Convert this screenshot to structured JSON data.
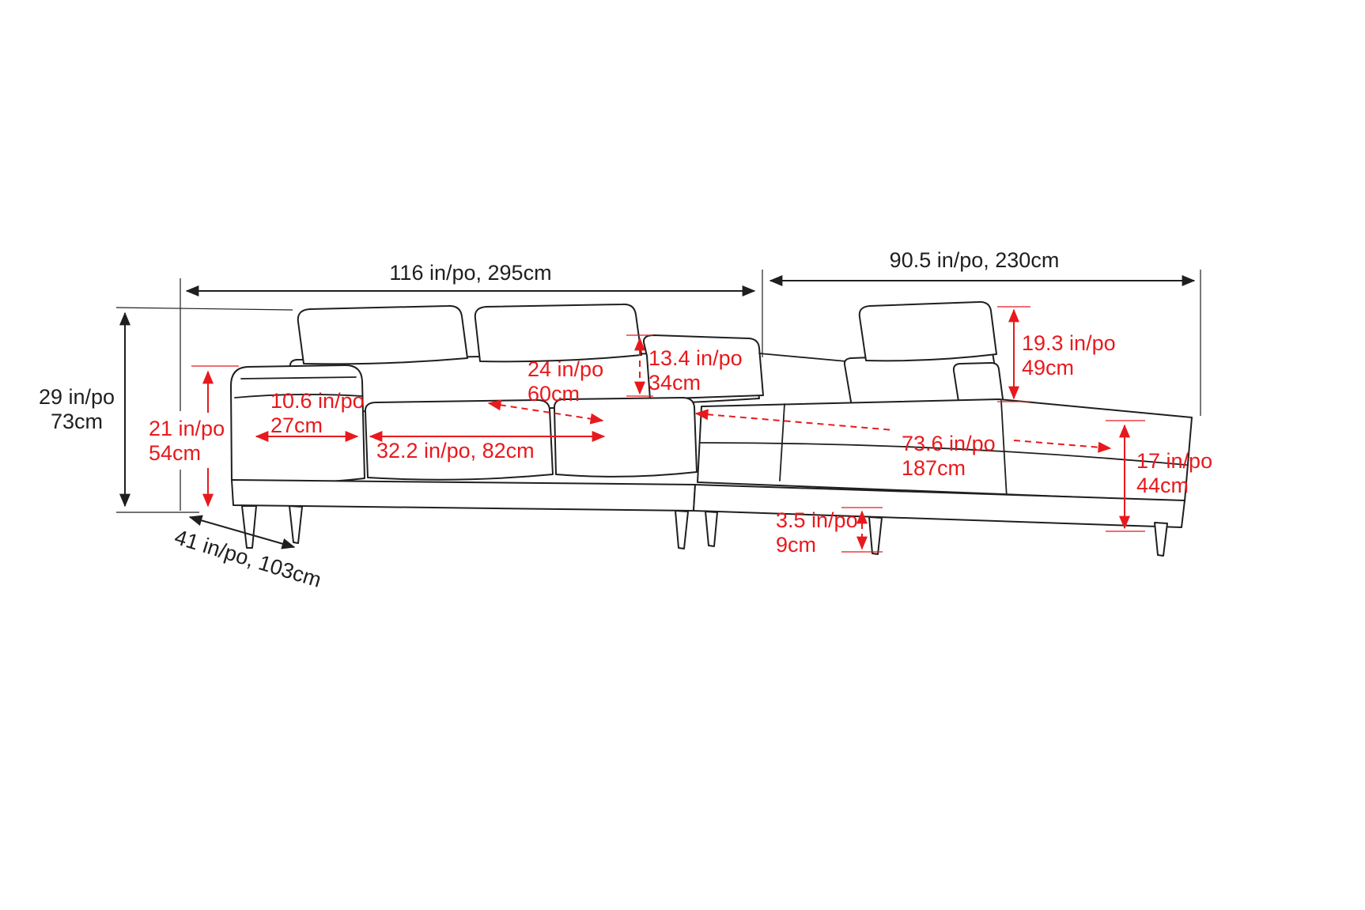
{
  "diagram": {
    "title": "Sectional sofa with chaise - dimension drawing",
    "colors": {
      "background": "#ffffff",
      "line": "#1f1f1f",
      "dimension_accent": "#e8191d"
    },
    "dimensions": {
      "left_section_width": {
        "label": "116 in/po, 295cm"
      },
      "right_section_width": {
        "label": "90.5 in/po, 230cm"
      },
      "overall_height": {
        "line1": "29 in/po",
        "line2": "73cm"
      },
      "seat_height": {
        "line1": "21 in/po",
        "line2": "54cm"
      },
      "armrest_width": {
        "line1": "10.6 in/po",
        "line2": "27cm"
      },
      "seat_width": {
        "label": "32.2 in/po, 82cm"
      },
      "cushion_width": {
        "line1": "24 in/po",
        "line2": "60cm"
      },
      "backrest_height": {
        "line1": "13.4 in/po",
        "line2": "34cm"
      },
      "headrest_height": {
        "line1": "19.3 in/po",
        "line2": "49cm"
      },
      "chaise_length": {
        "line1": "73.6 in/po",
        "line2": "187cm"
      },
      "chaise_height": {
        "line1": "17 in/po",
        "line2": "44cm"
      },
      "leg_height": {
        "line1": "3.5 in/po",
        "line2": "9cm"
      },
      "overall_depth": {
        "label": "41 in/po, 103cm"
      }
    }
  }
}
